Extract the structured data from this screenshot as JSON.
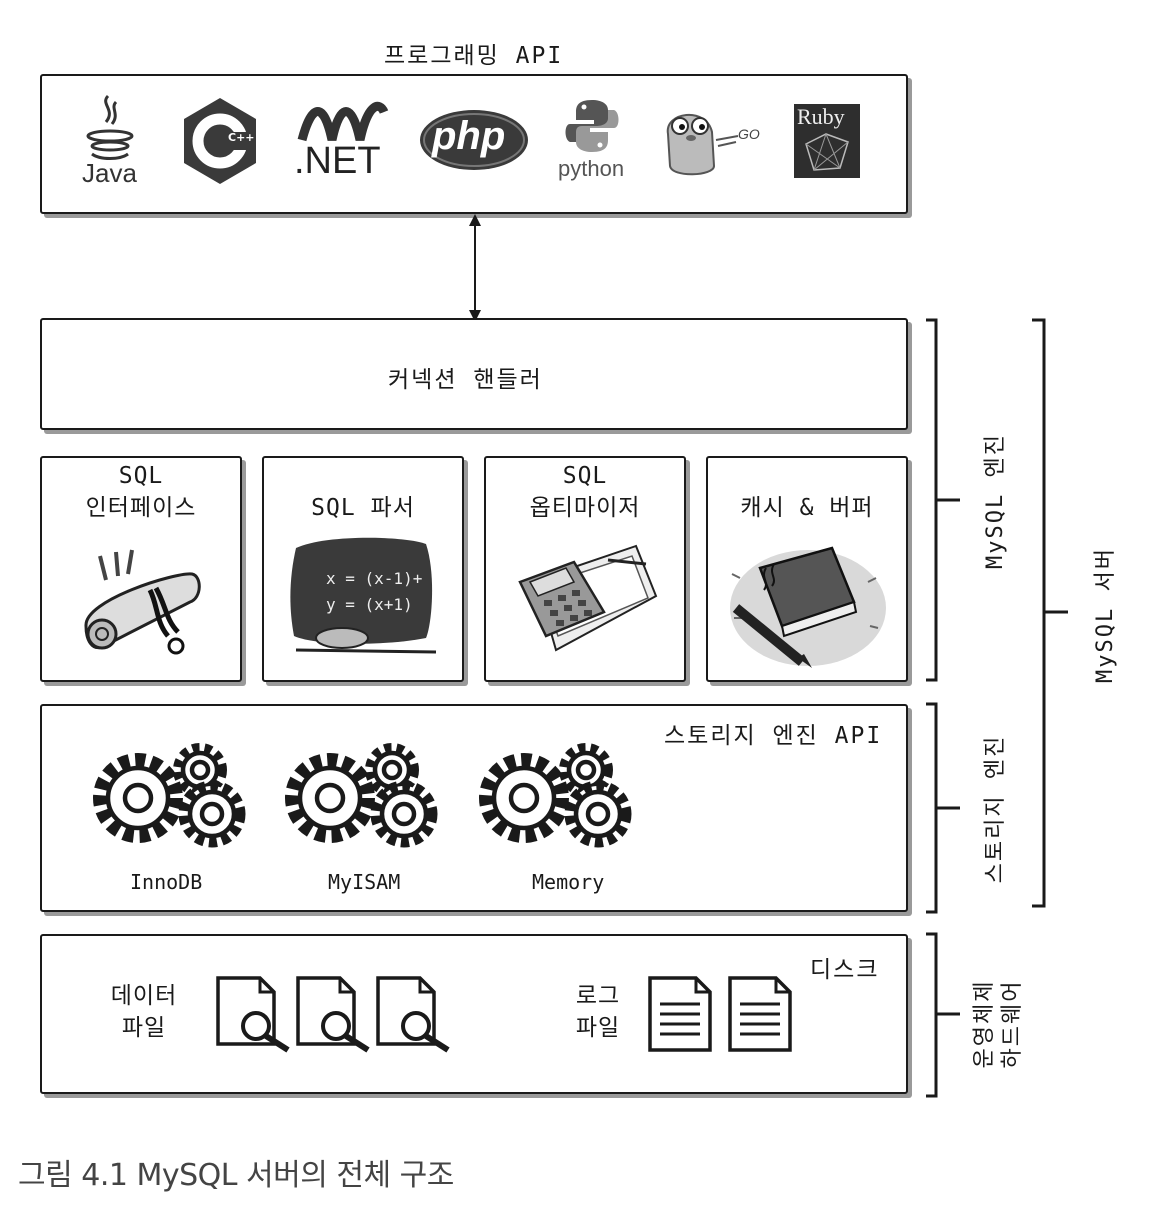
{
  "programming_api": {
    "title": "프로그래밍 API",
    "logos": [
      {
        "name": "java-logo",
        "text": "Java"
      },
      {
        "name": "cpp-logo",
        "text": "C++"
      },
      {
        "name": "dotnet-logo",
        "text": ".NET"
      },
      {
        "name": "php-logo",
        "text": "php"
      },
      {
        "name": "python-logo",
        "text": "python"
      },
      {
        "name": "go-logo",
        "text": "GO"
      },
      {
        "name": "ruby-logo",
        "text": "Ruby"
      }
    ]
  },
  "connection_handler": {
    "label": "커넥션 핸들러"
  },
  "modules": [
    {
      "line1": "SQL",
      "line2": "인터페이스"
    },
    {
      "line1": "",
      "line2": "SQL 파서"
    },
    {
      "line1": "SQL",
      "line2": "옵티마이저"
    },
    {
      "line1": "",
      "line2": "캐시 & 버퍼"
    }
  ],
  "storage": {
    "api_label": "스토리지 엔진 API",
    "engines": [
      "InnoDB",
      "MyISAM",
      "Memory"
    ]
  },
  "disk": {
    "label": "디스크",
    "data_files": {
      "line1": "데이터",
      "line2": "파일"
    },
    "log_files": {
      "line1": "로그",
      "line2": "파일"
    }
  },
  "brackets": {
    "mysql_engine": "MySQL 엔진",
    "storage_engine": "스토리지 엔진",
    "mysql_server": "MySQL 서버",
    "os_hw_line1": "운영체제",
    "os_hw_line2": "하드웨어"
  },
  "caption": "그림 4.1 MySQL 서버의 전체 구조",
  "colors": {
    "stroke": "#1a1a1a",
    "shadow": "#9a9a9a",
    "caption": "#444444"
  }
}
